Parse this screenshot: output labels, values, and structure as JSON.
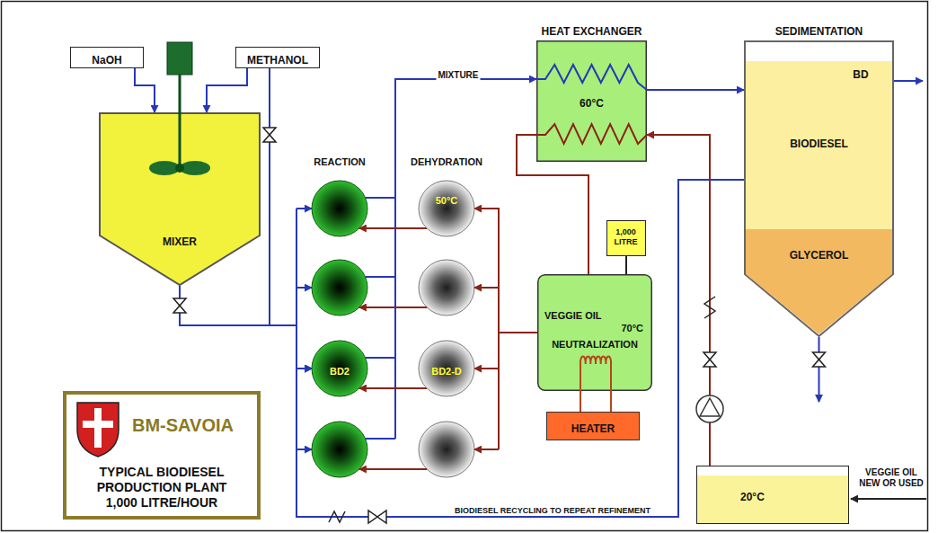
{
  "diagram": {
    "nodes": [
      {
        "text": [
          "NaOH"
        ]
      },
      {
        "text": [
          "METHANOL"
        ]
      },
      {
        "text": [
          "HEAT EXCHANGER",
          "60°C"
        ]
      },
      {
        "text": [
          "SEDIMENTATION"
        ]
      },
      {
        "text": [
          "BIODIESEL"
        ],
        "in": 3
      },
      {
        "text": [
          "MIXER"
        ]
      },
      {
        "text": [
          "50°C"
        ]
      },
      {
        "text": [
          "1,000 LITRE"
        ]
      },
      {
        "text": [
          "GLYCEROL"
        ],
        "in": 3
      },
      {
        "text": [
          "VEGGIE OIL",
          "70°C",
          "NEUTRALIZATION"
        ]
      },
      {
        "text": [
          "BD2"
        ]
      },
      {
        "text": [
          "BD2-D"
        ]
      },
      {
        "text": [
          "HEATER"
        ]
      },
      {
        "text": [
          "BM-SAVOIA",
          "TYPICAL BIODIESEL PRODUCTION PLANT 1,000 LITRE/HOUR"
        ]
      },
      {
        "text": [
          "20°C"
        ]
      }
    ],
    "edges": [
      {
        "from": 0,
        "to": 5,
        "arrow": "to"
      },
      {
        "from": 1,
        "to": 5,
        "arrow": "to"
      },
      {
        "from": 5,
        "to": 10,
        "arrow": "to"
      },
      {
        "from": 1,
        "to": 10,
        "arrow": "to"
      },
      {
        "from": 10,
        "to": 2,
        "label": "MIXTURE",
        "arrow": "to"
      },
      {
        "from": 2,
        "to": 3,
        "arrow": "to"
      },
      {
        "from": 2,
        "to": 9,
        "arrow": "none"
      },
      {
        "from": 7,
        "to": 9,
        "arrow": "none"
      },
      {
        "from": 9,
        "to": 6,
        "arrow": "to"
      },
      {
        "from": 9,
        "to": 11,
        "arrow": "to"
      },
      {
        "from": 11,
        "to": 10,
        "arrow": "to"
      },
      {
        "from": 12,
        "to": 9,
        "arrow": "none"
      },
      {
        "from": 14,
        "to": 2,
        "arrow": "to"
      },
      {
        "from": 4,
        "to": 10,
        "label": "BIODIESEL RECYCLING TO REPEAT REFINEMENT",
        "arrow": "to"
      }
    ],
    "labels": [
      "REACTION",
      "DEHYDRATION",
      "BD",
      "VEGGIE OIL NEW OR USED"
    ]
  }
}
